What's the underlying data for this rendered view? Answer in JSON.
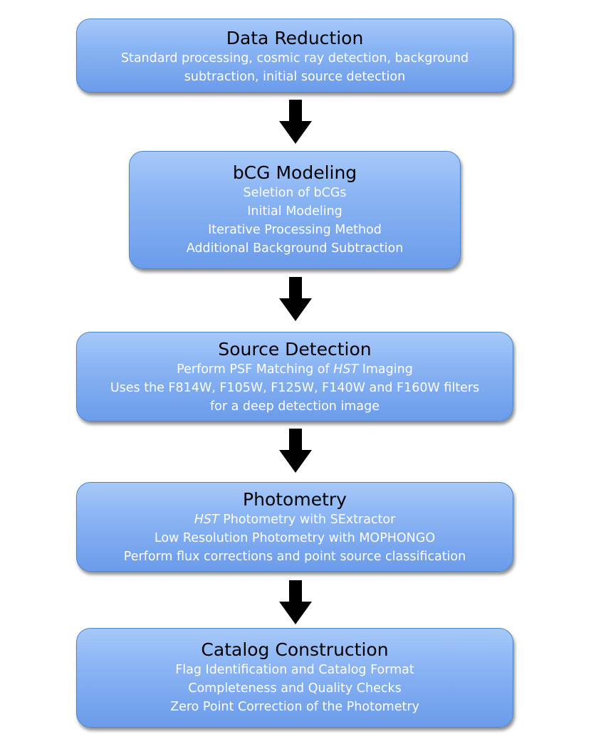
{
  "stages": [
    {
      "title": "Data Reduction",
      "lines": [
        "Standard processing, cosmic ray detection, background",
        "subtraction, initial source detection"
      ]
    },
    {
      "title": "bCG Modeling",
      "lines": [
        "Seletion of bCGs",
        "Initial Modeling",
        "Iterative Processing Method",
        "Additional Background Subtraction"
      ]
    },
    {
      "title": "Source Detection",
      "line1_pre": "Perform PSF Matching of ",
      "line1_em": "HST",
      "line1_post": " Imaging",
      "lines": [
        "Uses the F814W, F105W, F125W, F140W and F160W filters",
        "for a deep detection image"
      ]
    },
    {
      "title": "Photometry",
      "line1_em": "HST",
      "line1_post": " Photometry with SExtractor",
      "lines": [
        "Low Resolution Photometry with MOPHONGO",
        "Perform flux corrections and point source classification"
      ]
    },
    {
      "title": "Catalog Construction",
      "lines": [
        "Flag Identification and Catalog Format",
        "Completeness and Quality Checks",
        "Zero Point Correction of the Photometry"
      ]
    }
  ],
  "colors": {
    "box_fill_top": "#a7c9f9",
    "box_fill_bottom": "#6b9bea",
    "box_border": "#4f86c6",
    "title_text": "#000000",
    "body_text": "#ffffff",
    "arrow": "#000000"
  }
}
